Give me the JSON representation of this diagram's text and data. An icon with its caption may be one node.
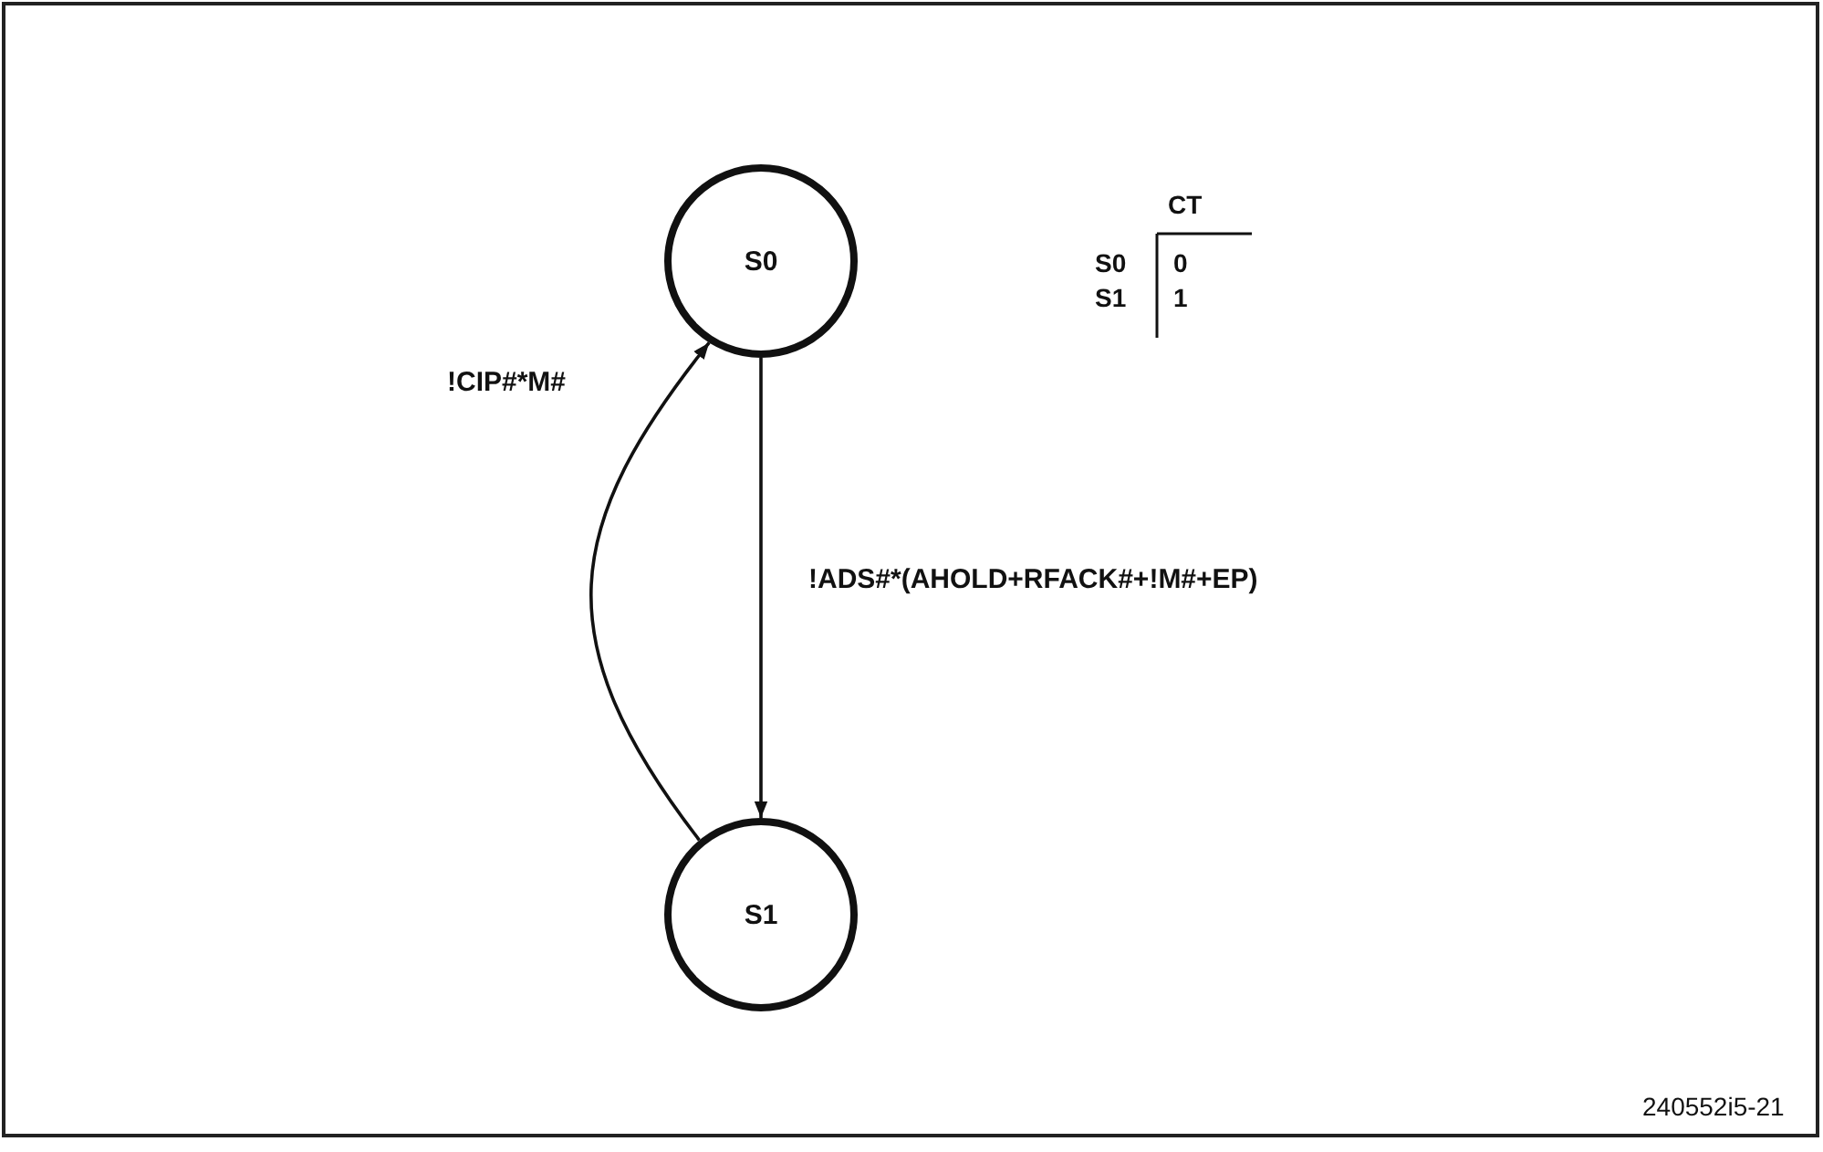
{
  "diagram": {
    "nodes": [
      {
        "text": [
          "S0"
        ]
      },
      {
        "text": [
          "S1"
        ]
      }
    ],
    "edges": [
      {
        "from": 0,
        "to": 1,
        "arrow": "to",
        "label": "!ADS#*(AHOLD+RFACK#+!M#+EP)"
      },
      {
        "from": 1,
        "to": 0,
        "arrow": "to",
        "label": "!CIP#*M#"
      }
    ],
    "labels": [
      "CT",
      "S0",
      "0",
      "S1",
      "1",
      "240552i5-21"
    ]
  }
}
